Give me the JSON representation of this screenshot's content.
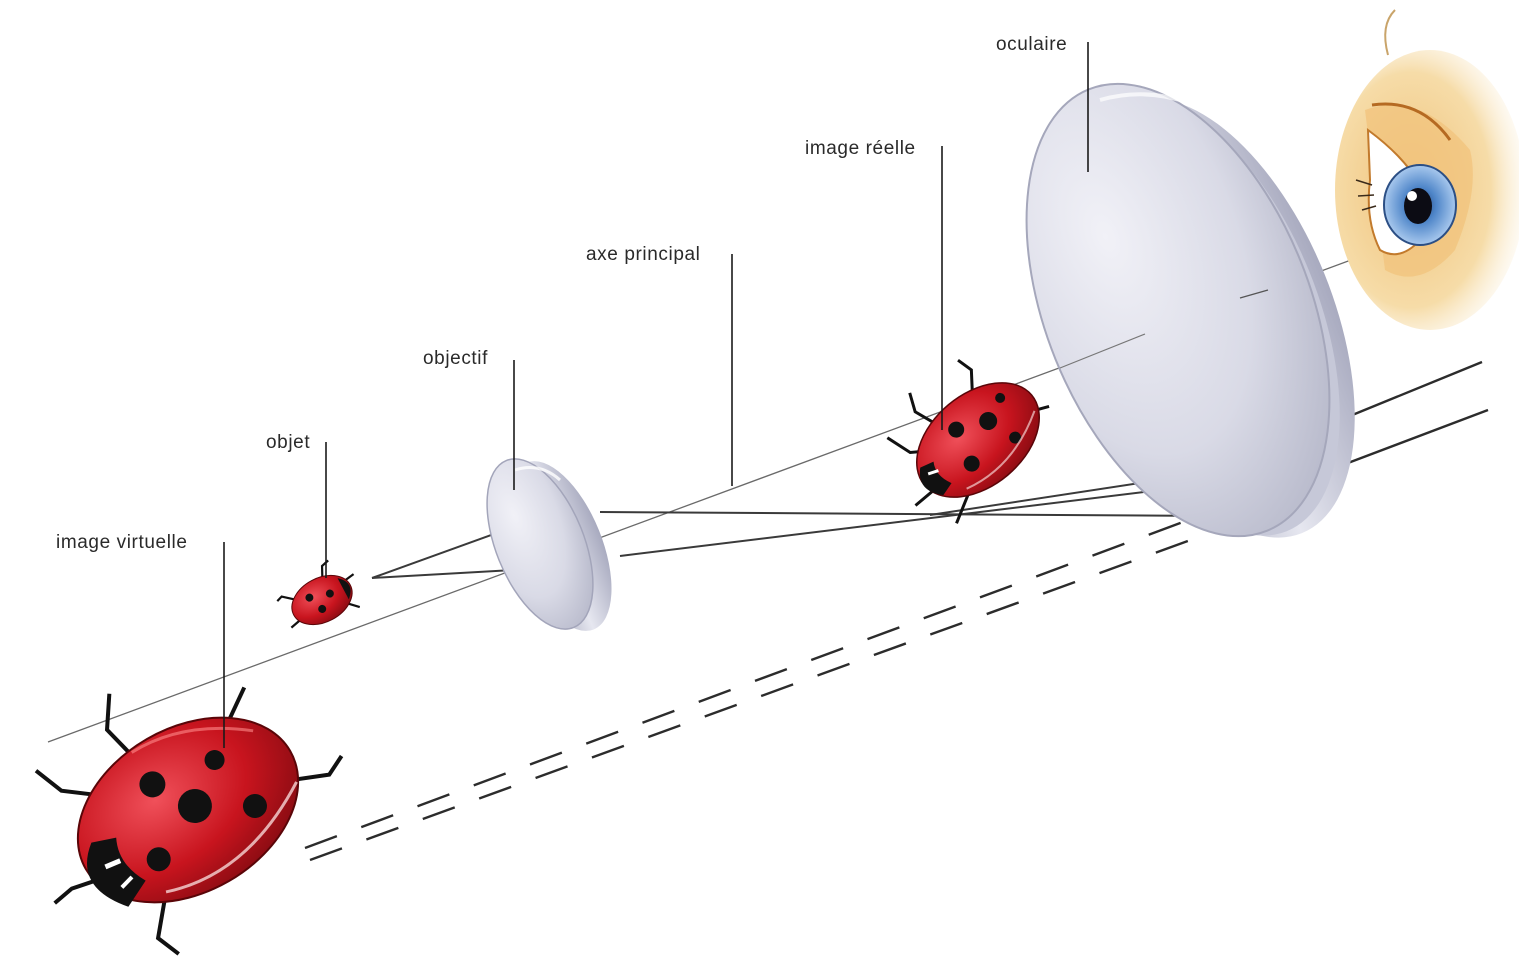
{
  "labels": {
    "oculaire": "oculaire",
    "image_reelle": "image réelle",
    "axe_principal": "axe principal",
    "objectif": "objectif",
    "objet": "objet",
    "image_virtuelle": "image virtuelle"
  },
  "colors": {
    "ladybug_red": "#c8141e",
    "ladybug_spot": "#141414",
    "lens_body": "#d6d7e4",
    "lens_rim": "#b9bbcc",
    "iris": "#5a8fd0",
    "skin": "#f3cf8c",
    "line": "#333333"
  },
  "icons": [
    "ladybug-icon",
    "lens-icon",
    "eye-icon"
  ]
}
